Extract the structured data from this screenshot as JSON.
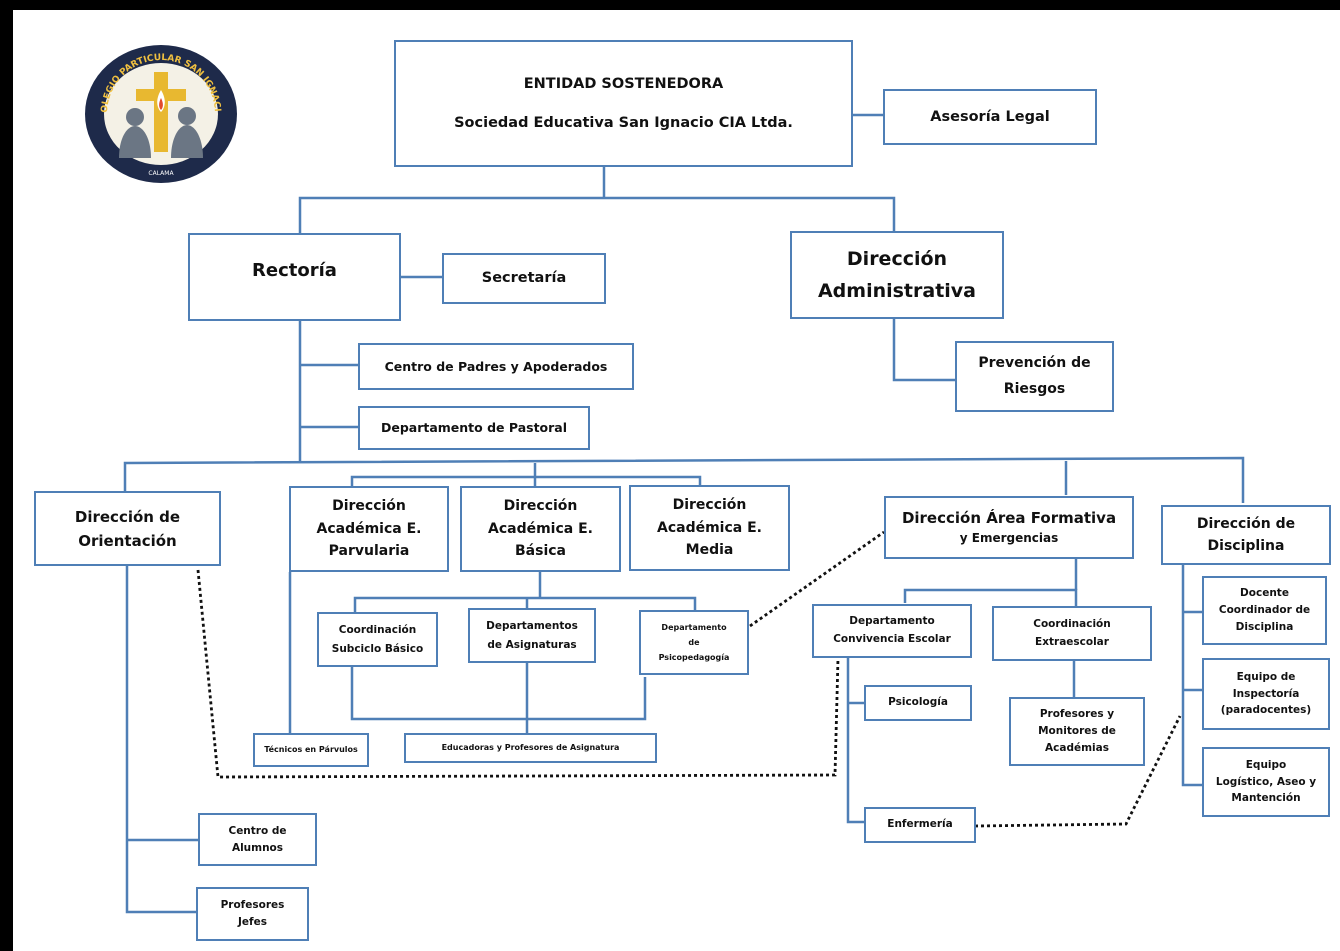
{
  "colors": {
    "line": "#4f7fb6",
    "dotted": "#111111",
    "frame": "#000000",
    "logo_ring": "#1e2a4a",
    "logo_gold": "#e8b830"
  },
  "logo": {
    "ring_text": "COLEGIO PARTICULAR SAN IGNACIO",
    "city": "CALAMA"
  },
  "nodes": {
    "entidad_title": "ENTIDAD SOSTENEDORA",
    "entidad_name": "Sociedad Educativa San Ignacio CIA Ltda.",
    "asesoria": "Asesoría Legal",
    "rectoria": "Rectoría",
    "secretaria": "Secretaría",
    "direccion_admin": "Dirección\nAdministrativa",
    "prevencion": "Prevención de\nRiesgos",
    "centro_padres": "Centro de Padres y Apoderados",
    "pastoral": "Departamento de Pastoral",
    "dir_orientacion": "Dirección de\nOrientación",
    "dir_parvularia": "Dirección\nAcadémica E.\nParvularia",
    "dir_basica": "Dirección\nAcadémica E.\nBásica",
    "dir_media": "Dirección\nAcadémica E.\nMedia",
    "dir_formativa_title": "Dirección Área Formativa",
    "dir_formativa_sub": "y Emergencias",
    "dir_disciplina": "Dirección de\nDisciplina",
    "coord_subciclo": "Coordinación\nSubciclo Básico",
    "dept_asignaturas": "Departamentos\nde Asignaturas",
    "dept_psico": "Departamento\nde\nPsicopedagogía",
    "dept_convivencia": "Departamento\nConvivencia Escolar",
    "coord_extra": "Coordinación\nExtraescolar",
    "psicologia": "Psicología",
    "profes_monitores": "Profesores y\nMonitores de\nAcadémias",
    "enfermeria": "Enfermería",
    "tecnicos": "Técnicos en Párvulos",
    "educadoras": "Educadoras y Profesores de Asignatura",
    "docente_coord": "Docente\nCoordinador de\nDisciplina",
    "equipo_inspectoria": "Equipo de\nInspectoría\n(paradocentes)",
    "equipo_logistico": "Equipo\nLogístico, Aseo y\nMantención",
    "centro_alumnos": "Centro de\nAlumnos",
    "profes_jefes": "Profesores\nJefes"
  }
}
